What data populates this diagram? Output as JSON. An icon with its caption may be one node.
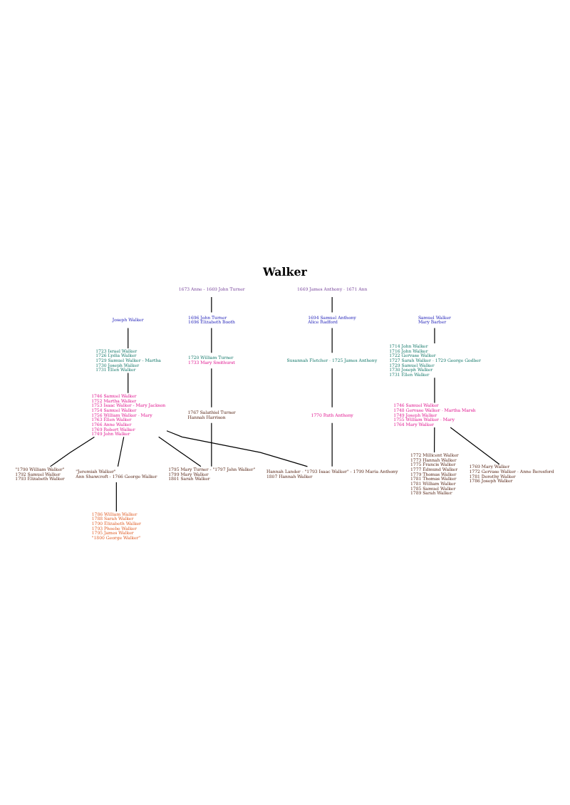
{
  "diagram": {
    "title": "Walker",
    "nodes": [
      {
        "text": [
          "1673 Anne - 1669 John Turner"
        ]
      },
      {
        "text": [
          "1669 James Anthony - 1671 Ann"
        ]
      },
      {
        "text": [
          "Samuel Walker",
          "Mary Barber"
        ]
      },
      {
        "text": [
          "1696 John Turner",
          "1696 Elizabeth Booth"
        ]
      },
      {
        "text": [
          "Joseph Walker"
        ]
      },
      {
        "text": [
          "1694 Samuel Anthony",
          "Alice Radford"
        ]
      },
      {
        "text": [
          "1714 John Walker",
          "1716 John Walker",
          "1722 Gervase Walker",
          "1727 Sarah Walker - 1729 George Godber",
          "1729 Samuel Walker",
          "1730 Joseph Walker",
          "1731 Ellen Walker"
        ]
      },
      {
        "text": [
          "1723 Israel Walker",
          "1726 Lydia Walker",
          "1729 Samuel Walker - Martha",
          "1730 Joseph Walker",
          "1731 Ellen Walker"
        ]
      },
      {
        "text": [
          "1720 William Turner",
          "1733 Mary Smithurst"
        ]
      },
      {
        "text": [
          "Susannah Fletcher - 1725 James Anthony"
        ]
      },
      {
        "text": [
          "1770 Ruth Anthony"
        ]
      },
      {
        "text": [
          "1746 Samuel Walker",
          "1748 Gervase Walker - Martha Marsh",
          "1749 Joseph Walker",
          "1755 William Walker - Mary",
          "1764 Mary Walker"
        ]
      },
      {
        "text": [
          "1746 Samuel Walker",
          "1752 Martha Walker",
          "1753 Isaac Walker - Mary Jackson",
          "1754 Samuel Walker",
          "1756 William Walker - Mary",
          "1763 Ellen Walker",
          "1766 Anne Walker",
          "1769 Robert Walker",
          "1749 John Walker"
        ]
      },
      {
        "text": [
          "\"Jeremiah Walker\"",
          "Ann Shawcroft - 1766 George Walker"
        ]
      },
      {
        "text": [
          "1772 Millicent Walker",
          "1773 Hannah Walker",
          "1775 Francis Walker",
          "1777 Edmund Walker",
          "1779 Thomas Walker",
          "1781 Thomas Walker",
          "1781 William Walker",
          "1785 Samuel Walker",
          "1789 Sarah Walker"
        ]
      },
      {
        "text": [
          "1786 William Walker",
          "1788 Sarah Walker",
          "1790 Elizabeth Walker",
          "1793 Phoebe Walker",
          "1795 James Walker",
          "\"1800 George Walker\""
        ]
      },
      {
        "text": [
          "\"1790 William Walker\"",
          "1792 Samuel Walker",
          "1793 Elizabeth Walker"
        ]
      },
      {
        "text": [
          "1767 Salathiel Turner",
          "Hannah Harrison"
        ]
      },
      {
        "text": [
          "1795 Mary Turner - \"1797 John Walker\"",
          "1799 Mary Walker",
          "1801 Sarah Walker"
        ]
      },
      {
        "text": [
          "Hannah Lander - \"1793 Isaac Walker\" - 1799 Maria Anthony",
          "1807 Hannah Walker"
        ]
      },
      {
        "text": [
          "1769 Mary Walker",
          "1772 Gervase Walker - Anne Beresford",
          "1781 Dorothy Walker",
          "1786 Joseph Walker"
        ]
      }
    ],
    "edges": [
      {
        "from": 0,
        "to": 3,
        "arrow": "none"
      },
      {
        "from": 1,
        "to": 5,
        "arrow": "none"
      },
      {
        "from": 2,
        "to": 6,
        "arrow": "none"
      },
      {
        "from": 4,
        "to": 7,
        "arrow": "none"
      },
      {
        "from": 3,
        "to": 8,
        "arrow": "none"
      },
      {
        "from": 5,
        "to": 9,
        "arrow": "none"
      },
      {
        "from": 9,
        "to": 10,
        "arrow": "none"
      },
      {
        "from": 6,
        "to": 11,
        "arrow": "none"
      },
      {
        "from": 7,
        "to": 12,
        "arrow": "none"
      },
      {
        "from": 12,
        "to": 13,
        "arrow": "none"
      },
      {
        "from": 11,
        "to": 14,
        "arrow": "none"
      },
      {
        "from": 13,
        "to": 15,
        "arrow": "none"
      },
      {
        "from": 12,
        "to": 16,
        "arrow": "none"
      },
      {
        "from": 8,
        "to": 17,
        "arrow": "none"
      },
      {
        "from": 17,
        "to": 18,
        "arrow": "none"
      },
      {
        "from": 12,
        "to": 18,
        "arrow": "none"
      },
      {
        "from": 12,
        "to": 19,
        "arrow": "none"
      },
      {
        "from": 10,
        "to": 19,
        "arrow": "none"
      },
      {
        "from": 11,
        "to": 20,
        "arrow": "none"
      }
    ]
  }
}
